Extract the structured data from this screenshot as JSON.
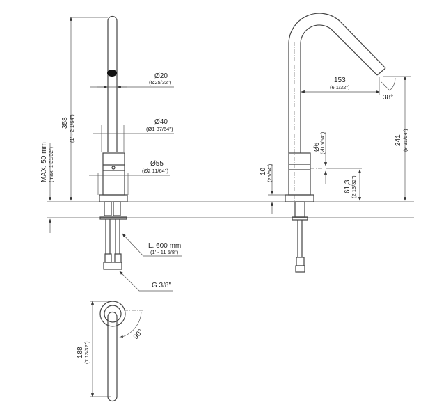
{
  "front_view": {
    "height_358": "358",
    "height_358_in": "(1' - 2 1/64\")",
    "max_thickness": "MAX. 50 mm",
    "max_thickness_in": "(max. 1 31/32\")",
    "dia_20": "Ø20",
    "dia_20_in": "(Ø25/32\")",
    "dia_40": "Ø40",
    "dia_40_in": "(Ø1 37/64\")",
    "dia_55": "Ø55",
    "dia_55_in": "(Ø2 11/64\")",
    "hose_length": "L. 600 mm",
    "hose_length_in": "(1' - 11 5/8\")",
    "thread": "G 3/8\""
  },
  "side_view": {
    "reach_153": "153",
    "reach_153_in": "(6 1/32\")",
    "angle_38": "38°",
    "height_241": "241",
    "height_241_in": "(9 31/64\")",
    "dia_6": "Ø6",
    "dia_6_in": "(Ø15/64\")",
    "base_10": "10",
    "base_10_in": "(25/64\")",
    "lever_61_3": "61,3",
    "lever_61_3_in": "(2 13/32\")"
  },
  "top_view": {
    "length_188": "188",
    "length_188_in": "(7 13/32\")",
    "rotation": "90°"
  }
}
